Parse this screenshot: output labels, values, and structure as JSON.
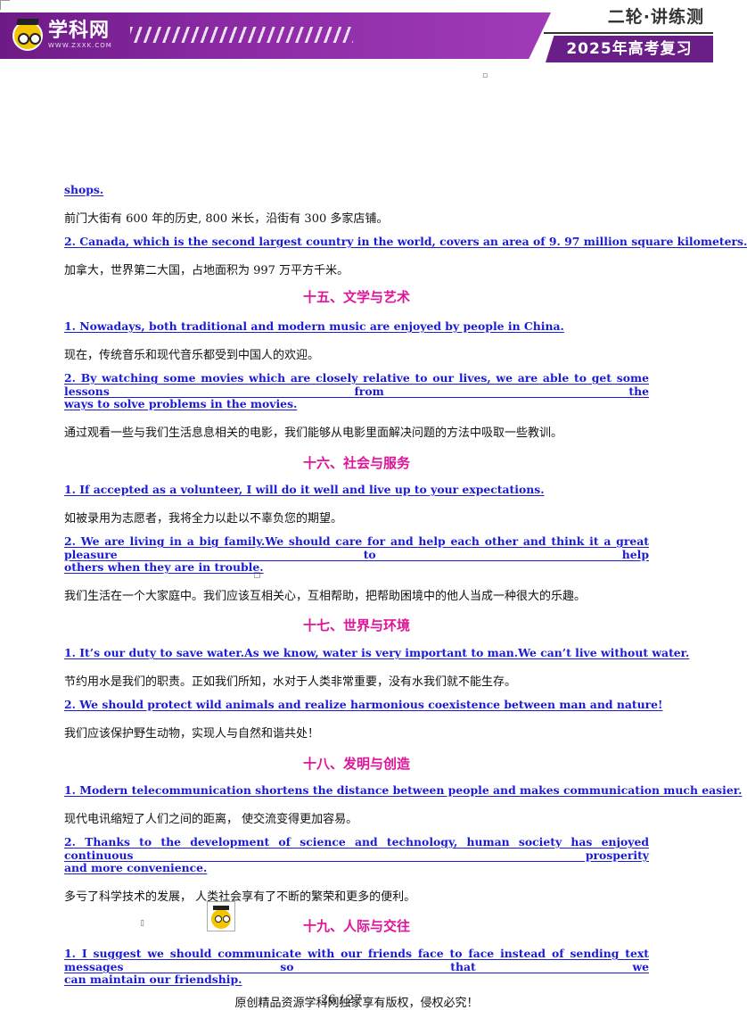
{
  "header": {
    "logo_text": "学科网",
    "logo_url": "WWW.ZXXK.COM",
    "series_label": "二轮·讲练测",
    "exam_label": "2025年高考复习"
  },
  "items": [
    {
      "type": "en",
      "text": "shops."
    },
    {
      "type": "zh",
      "text": "前门大街有  600 年的历史, 800 米长，沿街有  300 多家店铺。"
    },
    {
      "type": "en",
      "text": "2. Canada, which is the second largest country in the world, covers an area of 9. 97 million square kilometers."
    },
    {
      "type": "zh",
      "text": "加拿大，世界第二大国，占地面积为  997 万平方千米。"
    },
    {
      "type": "section",
      "text": "十五、文学与艺术"
    },
    {
      "type": "en",
      "text": "1. Nowadays, both traditional and modern music are enjoyed by people in China."
    },
    {
      "type": "zh",
      "text": "现在，传统音乐和现代音乐都受到中国人的欢迎。"
    },
    {
      "type": "en",
      "text": "2. By watching some movies which are closely relative to our lives, we are able to get some lessons from the"
    },
    {
      "type": "en",
      "text": "ways to solve problems in the movies."
    },
    {
      "type": "zh",
      "text": "通过观看一些与我们生活息息相关的电影，我们能够从电影里面解决问题的方法中吸取一些教训。"
    },
    {
      "type": "section",
      "text": "十六、社会与服务"
    },
    {
      "type": "en",
      "text": "1. If accepted as a volunteer, I will do it well and live up to your expectations."
    },
    {
      "type": "zh",
      "text": "如被录用为志愿者，我将全力以赴以不辜负您的期望。"
    },
    {
      "type": "en",
      "text": "2. We are living in a big family.We should care for and help each other and think it a great pleasure to help"
    },
    {
      "type": "en",
      "text": "others when they are in trouble."
    },
    {
      "type": "zh",
      "text": "我们生活在一个大家庭中。我们应该互相关心，互相帮助，把帮助困境中的他人当成一种很大的乐趣。"
    },
    {
      "type": "section",
      "text": "十七、世界与环境"
    },
    {
      "type": "en",
      "text": "1. It’s our duty to save water.As we know, water is very important to man.We can’t live without water."
    },
    {
      "type": "zh",
      "text": "节约用水是我们的职责。正如我们所知，水对于人类非常重要，没有水我们就不能生存。"
    },
    {
      "type": "en",
      "text": "2. We should protect wild animals and realize harmonious coexistence between man and nature!"
    },
    {
      "type": "zh",
      "text": "我们应该保护野生动物，实现人与自然和谐共处！"
    },
    {
      "type": "section",
      "text": "十八、发明与创造"
    },
    {
      "type": "en",
      "text": "1. Modern telecommunication shortens the distance between people and makes communication much easier."
    },
    {
      "type": "zh",
      "text": "现代电讯缩短了人们之间的距离，   使交流变得更加容易。"
    },
    {
      "type": "en",
      "text": "2. Thanks to the development of science and technology, human society has enjoyed continuous prosperity"
    },
    {
      "type": "en",
      "text": "and more convenience."
    },
    {
      "type": "zh",
      "text": "多亏了科学技术的发展，   人类社会享有了不断的繁荣和更多的便利。"
    },
    {
      "type": "section",
      "text": "十九、人际与交往"
    },
    {
      "type": "en",
      "text": "1. I suggest we should communicate with our friends face to face instead of sending text messages so that we"
    },
    {
      "type": "en",
      "text": "can maintain our friendship."
    }
  ],
  "footer": {
    "text": "原创精品资源学科网独家享有版权，侵权必究！",
    "page_number": "26 / 27"
  }
}
